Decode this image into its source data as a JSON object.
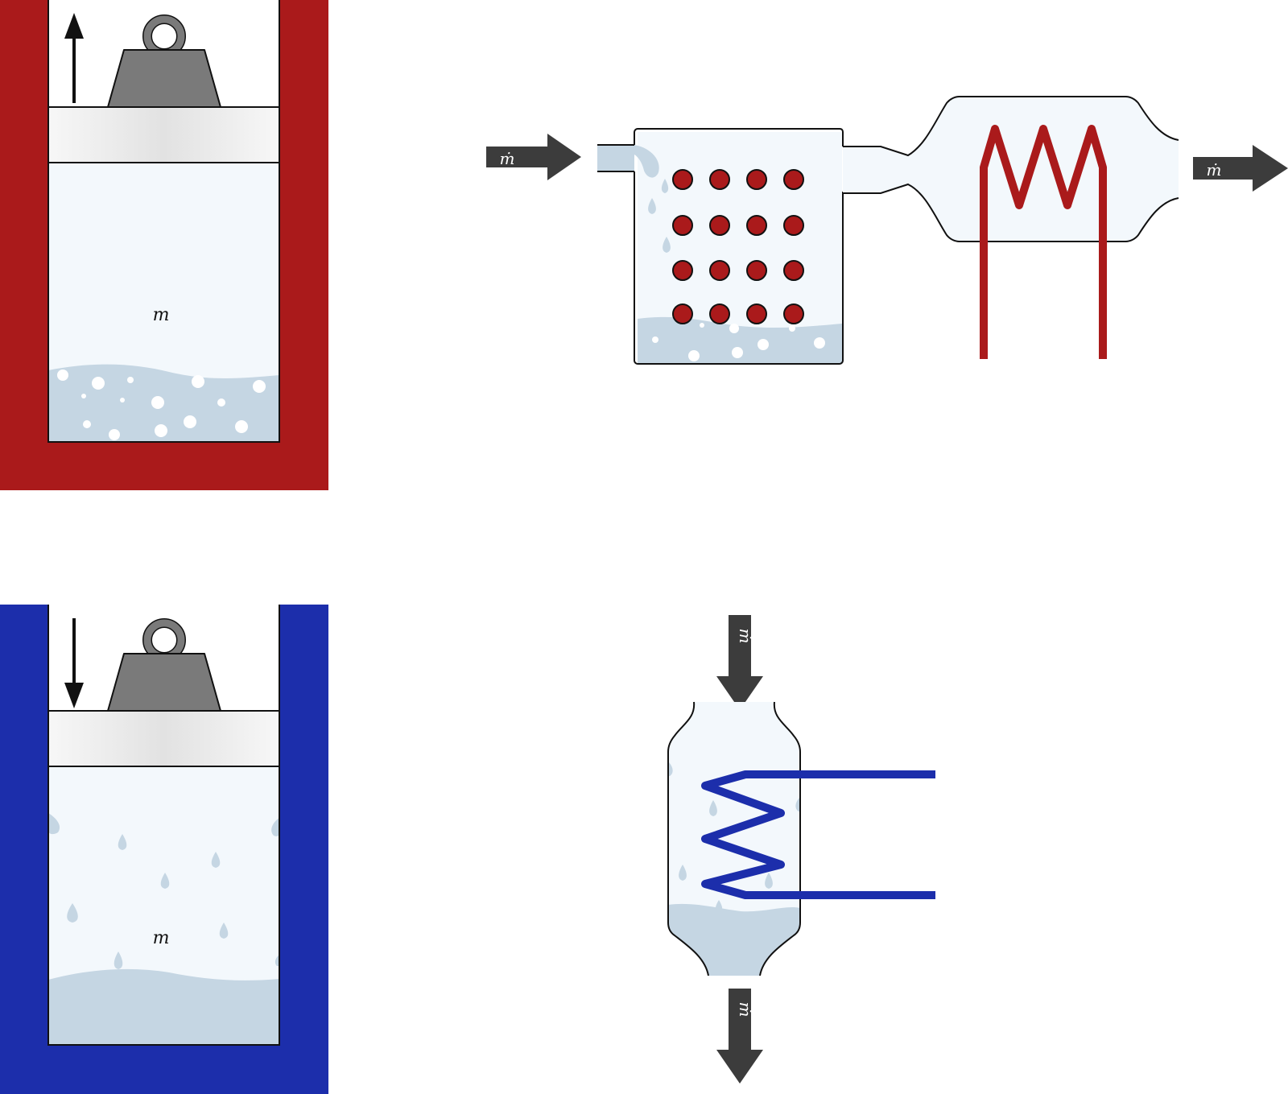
{
  "colors": {
    "heat_red": "#aa1a1b",
    "cool_blue": "#1c2eab",
    "liquid": "#c5d6e3",
    "vapor": "#f3f8fc",
    "arrow_dark": "#3c3c3c",
    "weight_gray": "#7a7a7a",
    "outline": "#111111"
  },
  "boiling_cylinder": {
    "mass_label": "m",
    "motion": "up"
  },
  "condensing_cylinder": {
    "mass_label": "m",
    "motion": "down"
  },
  "boiler_flow": {
    "inlet_label": "ṁ",
    "outlet_label": "ṁ"
  },
  "condenser_flow": {
    "inlet_label": "ṁ",
    "outlet_label": "ṁ"
  },
  "icons": [
    "weight-icon",
    "up-arrow-icon",
    "down-arrow-icon",
    "flow-arrow-icon",
    "heating-coil-icon",
    "cooling-coil-icon"
  ]
}
